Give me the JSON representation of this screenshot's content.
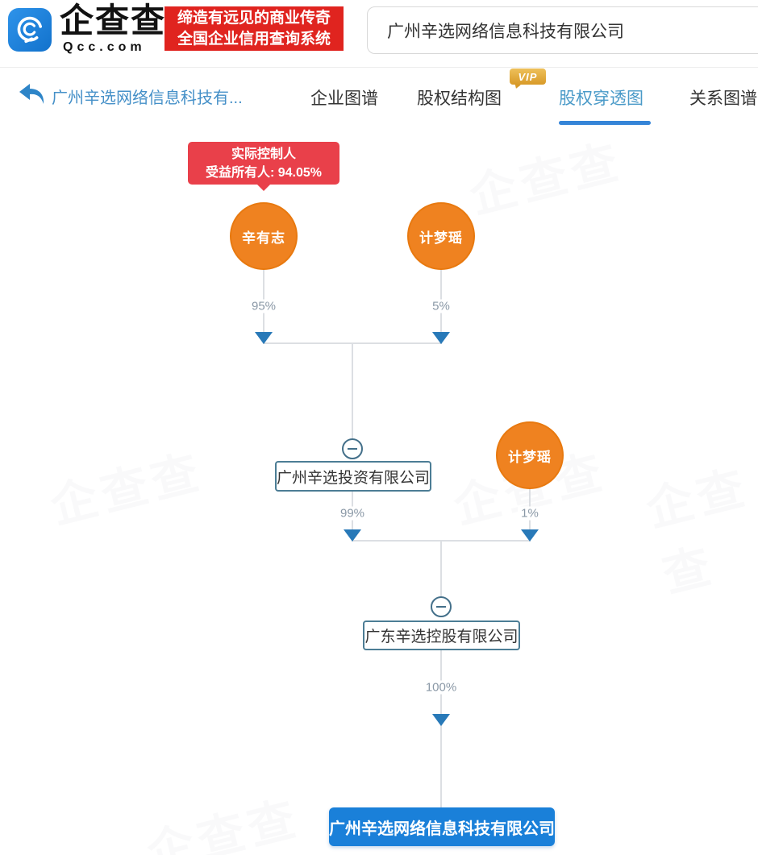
{
  "header": {
    "brand_cn": "企查查",
    "brand_en": "Qcc.com",
    "slogan_line1": "缔造有远见的商业传奇",
    "slogan_line2": "全国企业信用查询系统",
    "search_value": "广州辛选网络信息科技有限公司"
  },
  "nav": {
    "back_label": "广州辛选网络信息科技有...",
    "tab_company_graph": "企业图谱",
    "tab_equity_structure": "股权结构图",
    "tab_equity_penetration": "股权穿透图",
    "tab_relation_graph": "关系图谱",
    "vip_badge": "VIP"
  },
  "chart": {
    "type": "equity-penetration-diagram",
    "controller_badge": {
      "line1": "实际控制人",
      "line2": "受益所有人: 94.05%"
    },
    "nodes": {
      "xinyouzhi": {
        "name": "辛有志",
        "type": "person"
      },
      "jimengyao_top": {
        "name": "计梦瑶",
        "type": "person"
      },
      "jimengyao_mid": {
        "name": "计梦瑶",
        "type": "person"
      },
      "investment_co": {
        "name": "广州辛选投资有限公司",
        "type": "company"
      },
      "holding_co": {
        "name": "广东辛选控股有限公司",
        "type": "company"
      },
      "target_co": {
        "name": "广州辛选网络信息科技有限公司",
        "type": "company"
      }
    },
    "edges": [
      {
        "from": "辛有志",
        "to": "广州辛选投资有限公司",
        "share": "95%"
      },
      {
        "from": "计梦瑶",
        "to": "广州辛选投资有限公司",
        "share": "5%"
      },
      {
        "from": "广州辛选投资有限公司",
        "to": "广东辛选控股有限公司",
        "share": "99%"
      },
      {
        "from": "计梦瑶",
        "to": "广东辛选控股有限公司",
        "share": "1%"
      },
      {
        "from": "广东辛选控股有限公司",
        "to": "广州辛选网络信息科技有限公司",
        "share": "100%"
      }
    ],
    "watermark": "企查查",
    "colors": {
      "person_node": "#ef8220",
      "arrow": "#2879b8",
      "controller_badge": "#e9404a",
      "target_box": "#1a80d9",
      "active_tab": "#4a9ac8",
      "brand_red": "#e0241f",
      "logo_blue": "#1272cc"
    }
  }
}
